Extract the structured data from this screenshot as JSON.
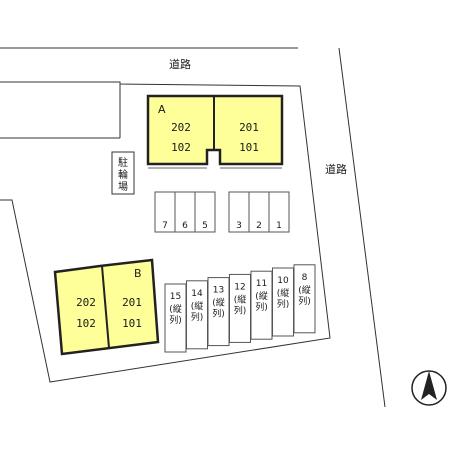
{
  "labels": {
    "road_top": "道路",
    "road_right": "道路",
    "parking_area": [
      "駐",
      "輪",
      "場"
    ]
  },
  "building_a": {
    "letter": "A",
    "units_left": [
      "202",
      "102"
    ],
    "units_right": [
      "201",
      "101"
    ]
  },
  "building_b": {
    "letter": "B",
    "units_left": [
      "202",
      "102"
    ],
    "units_right": [
      "201",
      "101"
    ]
  },
  "parking_upper_left": [
    "7",
    "6",
    "5"
  ],
  "parking_upper_right": [
    "3",
    "2",
    "1"
  ],
  "parking_lower": [
    {
      "num": "15",
      "note": [
        "(縦",
        "列)"
      ]
    },
    {
      "num": "14",
      "note": [
        "(縦",
        "列)"
      ]
    },
    {
      "num": "13",
      "note": [
        "(縦",
        "列)"
      ]
    },
    {
      "num": "12",
      "note": [
        "(縦",
        "列)"
      ]
    },
    {
      "num": "11",
      "note": [
        "(縦",
        "列)"
      ]
    },
    {
      "num": "10",
      "note": [
        "(縦",
        "列)"
      ]
    },
    {
      "num": "8",
      "note": [
        "(縦",
        "列)"
      ]
    }
  ],
  "colors": {
    "building_fill": "#ffff99",
    "building_stroke": "#222222",
    "line": "#333333"
  },
  "compass": "north-arrow-icon"
}
